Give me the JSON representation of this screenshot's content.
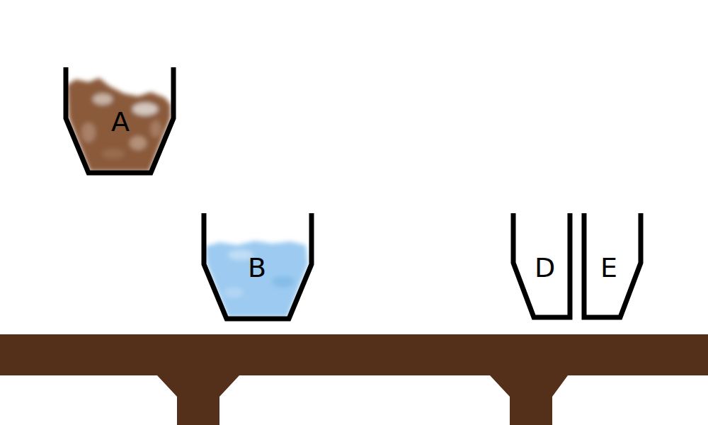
{
  "diagram": {
    "nodes": [
      {
        "text": [
          "A"
        ]
      },
      {
        "text": [
          "B"
        ]
      },
      {
        "text": [
          "D"
        ]
      },
      {
        "text": [
          "E"
        ]
      }
    ]
  }
}
